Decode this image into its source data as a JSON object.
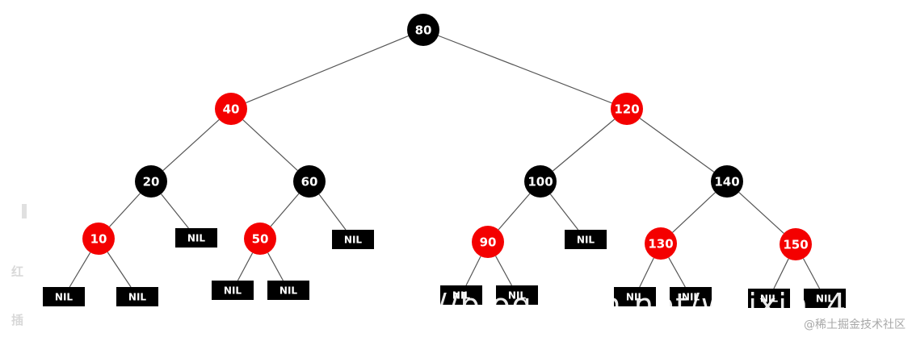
{
  "colors": {
    "red": "#f40000",
    "black": "#000000",
    "edge": "#555555"
  },
  "tree": {
    "nodes": [
      {
        "id": "n80",
        "label": "80",
        "color": "black",
        "parent": null
      },
      {
        "id": "n40",
        "label": "40",
        "color": "red",
        "parent": "n80"
      },
      {
        "id": "n120",
        "label": "120",
        "color": "red",
        "parent": "n80"
      },
      {
        "id": "n20",
        "label": "20",
        "color": "black",
        "parent": "n40"
      },
      {
        "id": "n60",
        "label": "60",
        "color": "black",
        "parent": "n40"
      },
      {
        "id": "n100",
        "label": "100",
        "color": "black",
        "parent": "n120"
      },
      {
        "id": "n140",
        "label": "140",
        "color": "black",
        "parent": "n120"
      },
      {
        "id": "n10",
        "label": "10",
        "color": "red",
        "parent": "n20"
      },
      {
        "id": "nil1",
        "label": "NIL",
        "color": "nil",
        "parent": "n20"
      },
      {
        "id": "n50",
        "label": "50",
        "color": "red",
        "parent": "n60"
      },
      {
        "id": "nil2",
        "label": "NIL",
        "color": "nil",
        "parent": "n60"
      },
      {
        "id": "n90",
        "label": "90",
        "color": "red",
        "parent": "n100"
      },
      {
        "id": "nil3",
        "label": "NIL",
        "color": "nil",
        "parent": "n100"
      },
      {
        "id": "n130",
        "label": "130",
        "color": "red",
        "parent": "n140"
      },
      {
        "id": "n150",
        "label": "150",
        "color": "red",
        "parent": "n140"
      },
      {
        "id": "nil4",
        "label": "NIL",
        "color": "nil",
        "parent": "n10"
      },
      {
        "id": "nil5",
        "label": "NIL",
        "color": "nil",
        "parent": "n10"
      },
      {
        "id": "nil6",
        "label": "NIL",
        "color": "nil",
        "parent": "n50"
      },
      {
        "id": "nil7",
        "label": "NIL",
        "color": "nil",
        "parent": "n50"
      },
      {
        "id": "nil8",
        "label": "NIL",
        "color": "nil",
        "parent": "n90"
      },
      {
        "id": "nil9",
        "label": "NIL",
        "color": "nil",
        "parent": "n90"
      },
      {
        "id": "nil10",
        "label": "NIL",
        "color": "nil",
        "parent": "n130"
      },
      {
        "id": "nil11",
        "label": "NIL",
        "color": "nil",
        "parent": "n130"
      },
      {
        "id": "nil12",
        "label": "NIL",
        "color": "nil",
        "parent": "n150"
      },
      {
        "id": "nil13",
        "label": "NIL",
        "color": "nil",
        "parent": "n150"
      }
    ]
  },
  "side_text": {
    "mark1": "红",
    "mark2": "插"
  },
  "watermark": {
    "url": "//blog.csdn.net/weixin_43501",
    "site": "@稀土掘金技术社区"
  }
}
